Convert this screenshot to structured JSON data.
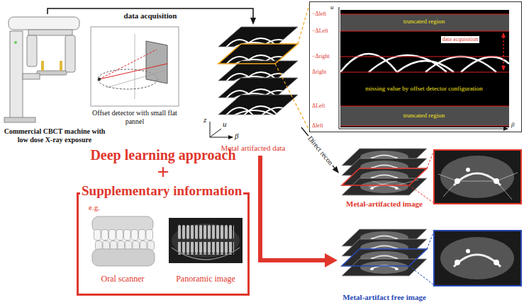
{
  "diagram": {
    "nodes": [
      {
        "text": [
          "Commercial CBCT machine with low dose X-ray exposure"
        ]
      },
      {
        "text": [
          "Offset detector with small flat pannel"
        ]
      },
      {
        "text": [
          "Metal artifacted data"
        ]
      },
      {
        "text": [
          "truncated region",
          "data acquisition",
          "missing value by offset detector configuration",
          "truncated region"
        ]
      },
      {
        "text": [
          "Metal-artifacted image"
        ]
      },
      {
        "text": [
          "Metal-artifact free image"
        ]
      },
      {
        "text": [
          "Supplementary information",
          "e.g."
        ]
      },
      {
        "text": [
          "Oral scanner"
        ],
        "in": 6
      },
      {
        "text": [
          "Panoramic image"
        ],
        "in": 6
      }
    ],
    "edges": [
      {
        "from": 0,
        "to": 2,
        "label": "data acquisition",
        "arrow": "to"
      },
      {
        "from": 2,
        "to": 4,
        "label": "Direct recon",
        "arrow": "to"
      },
      {
        "from": 2,
        "to": 5,
        "arrow": "to"
      }
    ],
    "labels": [
      "Deep learning approach",
      "+",
      "z",
      "u",
      "β",
      "u",
      "β",
      "−Δleft",
      "−ΔLeft",
      "−Δright",
      "Δright",
      "ΔLeft",
      "Δleft"
    ]
  }
}
